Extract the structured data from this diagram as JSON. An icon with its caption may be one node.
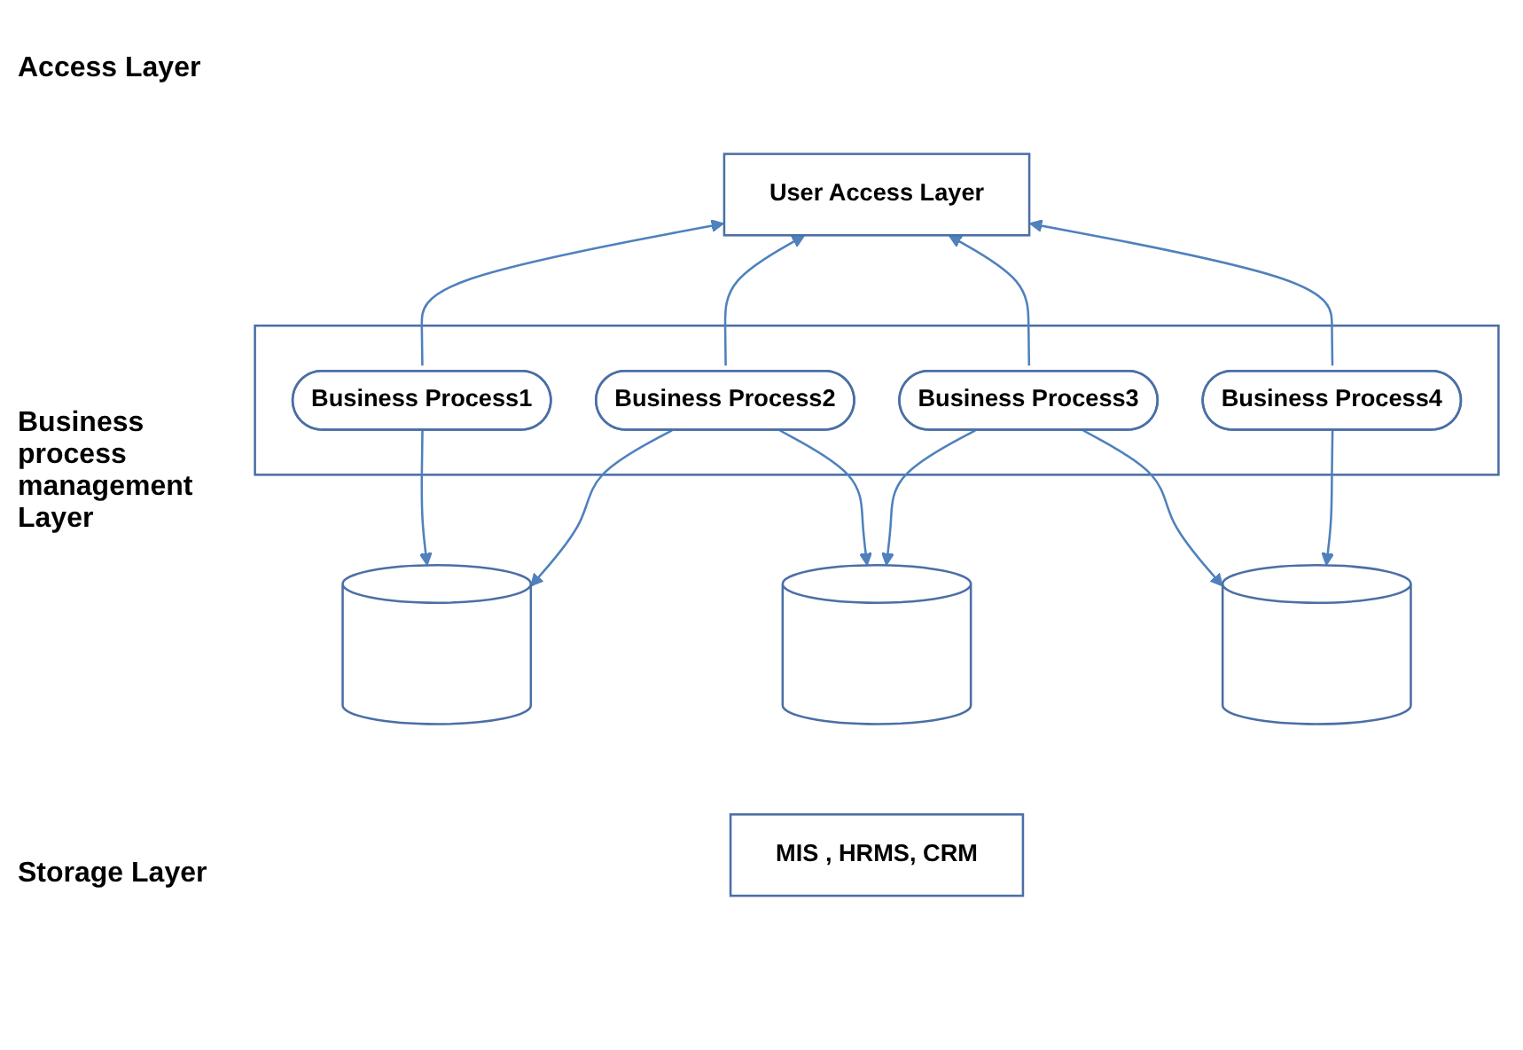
{
  "diagram": {
    "nodes": [
      {
        "text": [
          "User Access Layer"
        ]
      },
      {
        "text": [],
        "shape": "box"
      },
      {
        "text": [
          "Business Process1"
        ],
        "in": 1
      },
      {
        "text": [
          "Business Process2"
        ],
        "in": 1
      },
      {
        "text": [
          "Business Process3"
        ],
        "in": 1
      },
      {
        "text": [
          "Business Process4"
        ],
        "in": 1
      },
      {
        "text": [],
        "shape": "cylinder"
      },
      {
        "text": [],
        "shape": "cylinder"
      },
      {
        "text": [],
        "shape": "cylinder"
      },
      {
        "text": [
          "MIS , HRMS, CRM"
        ]
      }
    ],
    "edges": [
      {
        "from": 2,
        "to": 0,
        "arrow": "to"
      },
      {
        "from": 3,
        "to": 0,
        "arrow": "to"
      },
      {
        "from": 4,
        "to": 0,
        "arrow": "to"
      },
      {
        "from": 5,
        "to": 0,
        "arrow": "to"
      },
      {
        "from": 2,
        "to": 6,
        "arrow": "to"
      },
      {
        "from": 3,
        "to": 6,
        "arrow": "to"
      },
      {
        "from": 3,
        "to": 7,
        "arrow": "to"
      },
      {
        "from": 4,
        "to": 7,
        "arrow": "to"
      },
      {
        "from": 4,
        "to": 8,
        "arrow": "to"
      },
      {
        "from": 5,
        "to": 8,
        "arrow": "to"
      }
    ],
    "labels": [
      "Access Layer",
      "Business process management Layer",
      "Storage Layer"
    ]
  }
}
